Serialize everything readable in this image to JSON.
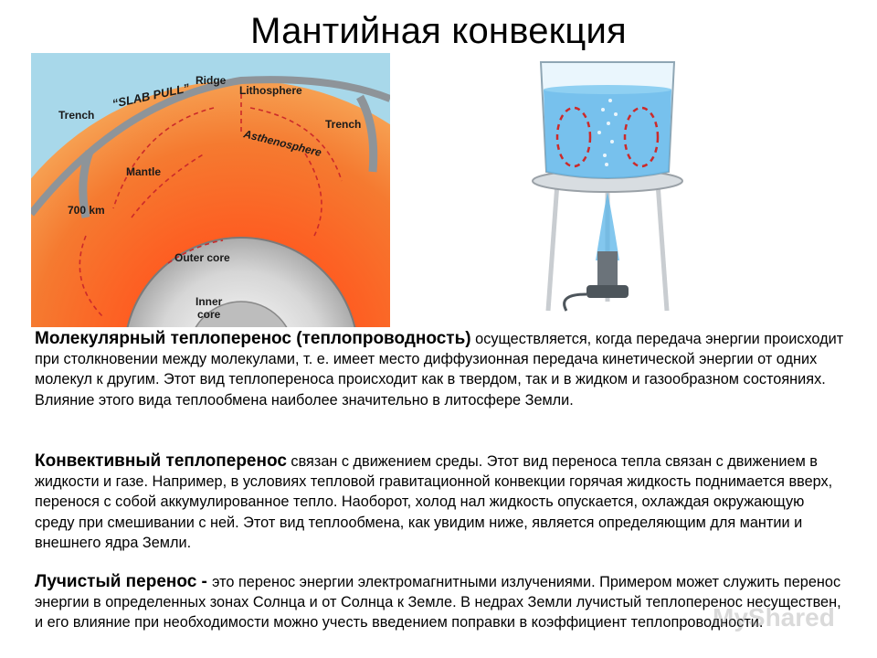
{
  "page": {
    "title": "Мантийная конвекция"
  },
  "earth_diagram": {
    "labels": {
      "trench_left": "Trench",
      "slab_pull": "“SLAB PULL”",
      "ridge": "Ridge",
      "lithosphere": "Lithosphere",
      "trench_right": "Trench",
      "asthenosphere": "Asthenosphere",
      "mantle": "Mantle",
      "depth": "700 km",
      "outer_core": "Outer core",
      "inner_core_1": "Inner",
      "inner_core_2": "core"
    }
  },
  "paragraphs": [
    {
      "lead": "Молекулярный теплоперенос (теплопроводность)",
      "body": " осуществляется, когда передача энергии происходит при столкновении между молекулами, т. е. имеет место диффузионная передача кинетической энергии от одних молекул к другим. Этот вид теплопереноса происходит как в твердом, так и в жидком и газообразном состояниях. Влияние этого вида теплообмена наиболее значительно в литосфере Земли."
    },
    {
      "lead": "Конвективный теплоперенос",
      "body": " связан с движением среды. Этот вид переноса тепла связан с движением в жидкости и газе. Например, в условиях тепловой гравитационной конвекции горячая жидкость поднимается вверх, перенося с собой аккумулированное тепло. Наоборот, холод нал жидкость опускается, охлаждая окружающую среду при смешивании с ней. Этот вид теплообмена, как увидим ниже, является определяющим для мантии и внешнего ядра Земли."
    },
    {
      "lead": "Лучистый перенос - ",
      "body": "это перенос энергии электромагнитными излучениями. Примером может служить перенос энергии в определенных зонах Солнца и от Солнца к Земле. В недрах Земли лучистый теплоперенос несуществен, и его влияние при необходимости можно учесть введением поправки в коэффициент теплопроводности."
    }
  ],
  "watermark": "MyShared",
  "colors": {
    "sky": "#a8d8ea",
    "mantle_outer": "#f0a050",
    "mantle_inner": "#f46a2c",
    "crust": "#9aa0a6",
    "core": "#d8d8d8",
    "water": "#5ab4e8",
    "arrow": "#cc2a2a"
  }
}
